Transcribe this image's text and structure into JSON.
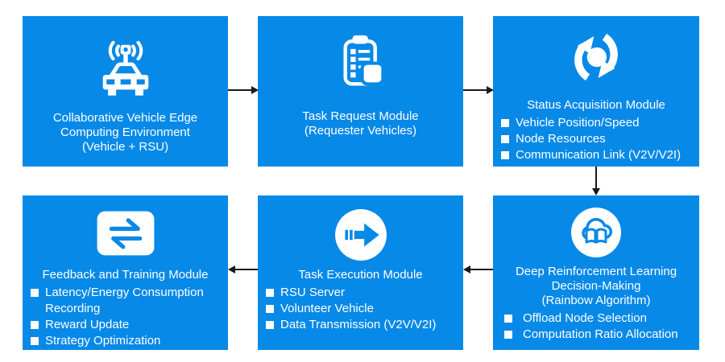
{
  "colors": {
    "box_fill": "#0789e8",
    "box_text": "#ffffff",
    "arrow": "#1a1a1a",
    "background": "#ffffff"
  },
  "diagram": {
    "boxes": [
      {
        "id": "environment",
        "icon": "connected-car-icon",
        "title_lines": [
          "Collaborative Vehicle Edge",
          "Computing Environment",
          "(Vehicle + RSU)"
        ],
        "bullets": []
      },
      {
        "id": "task-request",
        "icon": "task-checklist-icon",
        "title_lines": [
          "Task Request Module",
          "(Requester Vehicles)"
        ],
        "bullets": []
      },
      {
        "id": "status-acquisition",
        "icon": "sync-arrows-icon",
        "title_lines": [
          "Status Acquisition Module"
        ],
        "bullets": [
          "Vehicle Position/Speed",
          "Node Resources",
          "Communication Link (V2V/V2I)"
        ]
      },
      {
        "id": "drl-decision",
        "icon": "cloud-learning-icon",
        "title_lines": [
          "Deep Reinforcement Learning",
          "Decision-Making",
          "(Rainbow Algorithm)"
        ],
        "bullets": [
          "Offload Node Selection",
          "Computation Ratio Allocation"
        ]
      },
      {
        "id": "task-execution",
        "icon": "forward-arrow-icon",
        "title_lines": [
          "Task Execution Module"
        ],
        "bullets": [
          "RSU Server",
          "Volunteer Vehicle",
          "Data Transmission (V2V/V2I)"
        ]
      },
      {
        "id": "feedback-training",
        "icon": "transfer-arrows-icon",
        "title_lines": [
          "Feedback and Training Module"
        ],
        "bullets": [
          "Latency/Energy Consumption Recording",
          "Reward Update",
          "Strategy Optimization"
        ]
      }
    ],
    "arrows": [
      {
        "from": "environment",
        "to": "task-request",
        "direction": "right"
      },
      {
        "from": "task-request",
        "to": "status-acquisition",
        "direction": "right"
      },
      {
        "from": "status-acquisition",
        "to": "drl-decision",
        "direction": "down"
      },
      {
        "from": "drl-decision",
        "to": "task-execution",
        "direction": "left"
      },
      {
        "from": "task-execution",
        "to": "feedback-training",
        "direction": "left"
      }
    ]
  }
}
